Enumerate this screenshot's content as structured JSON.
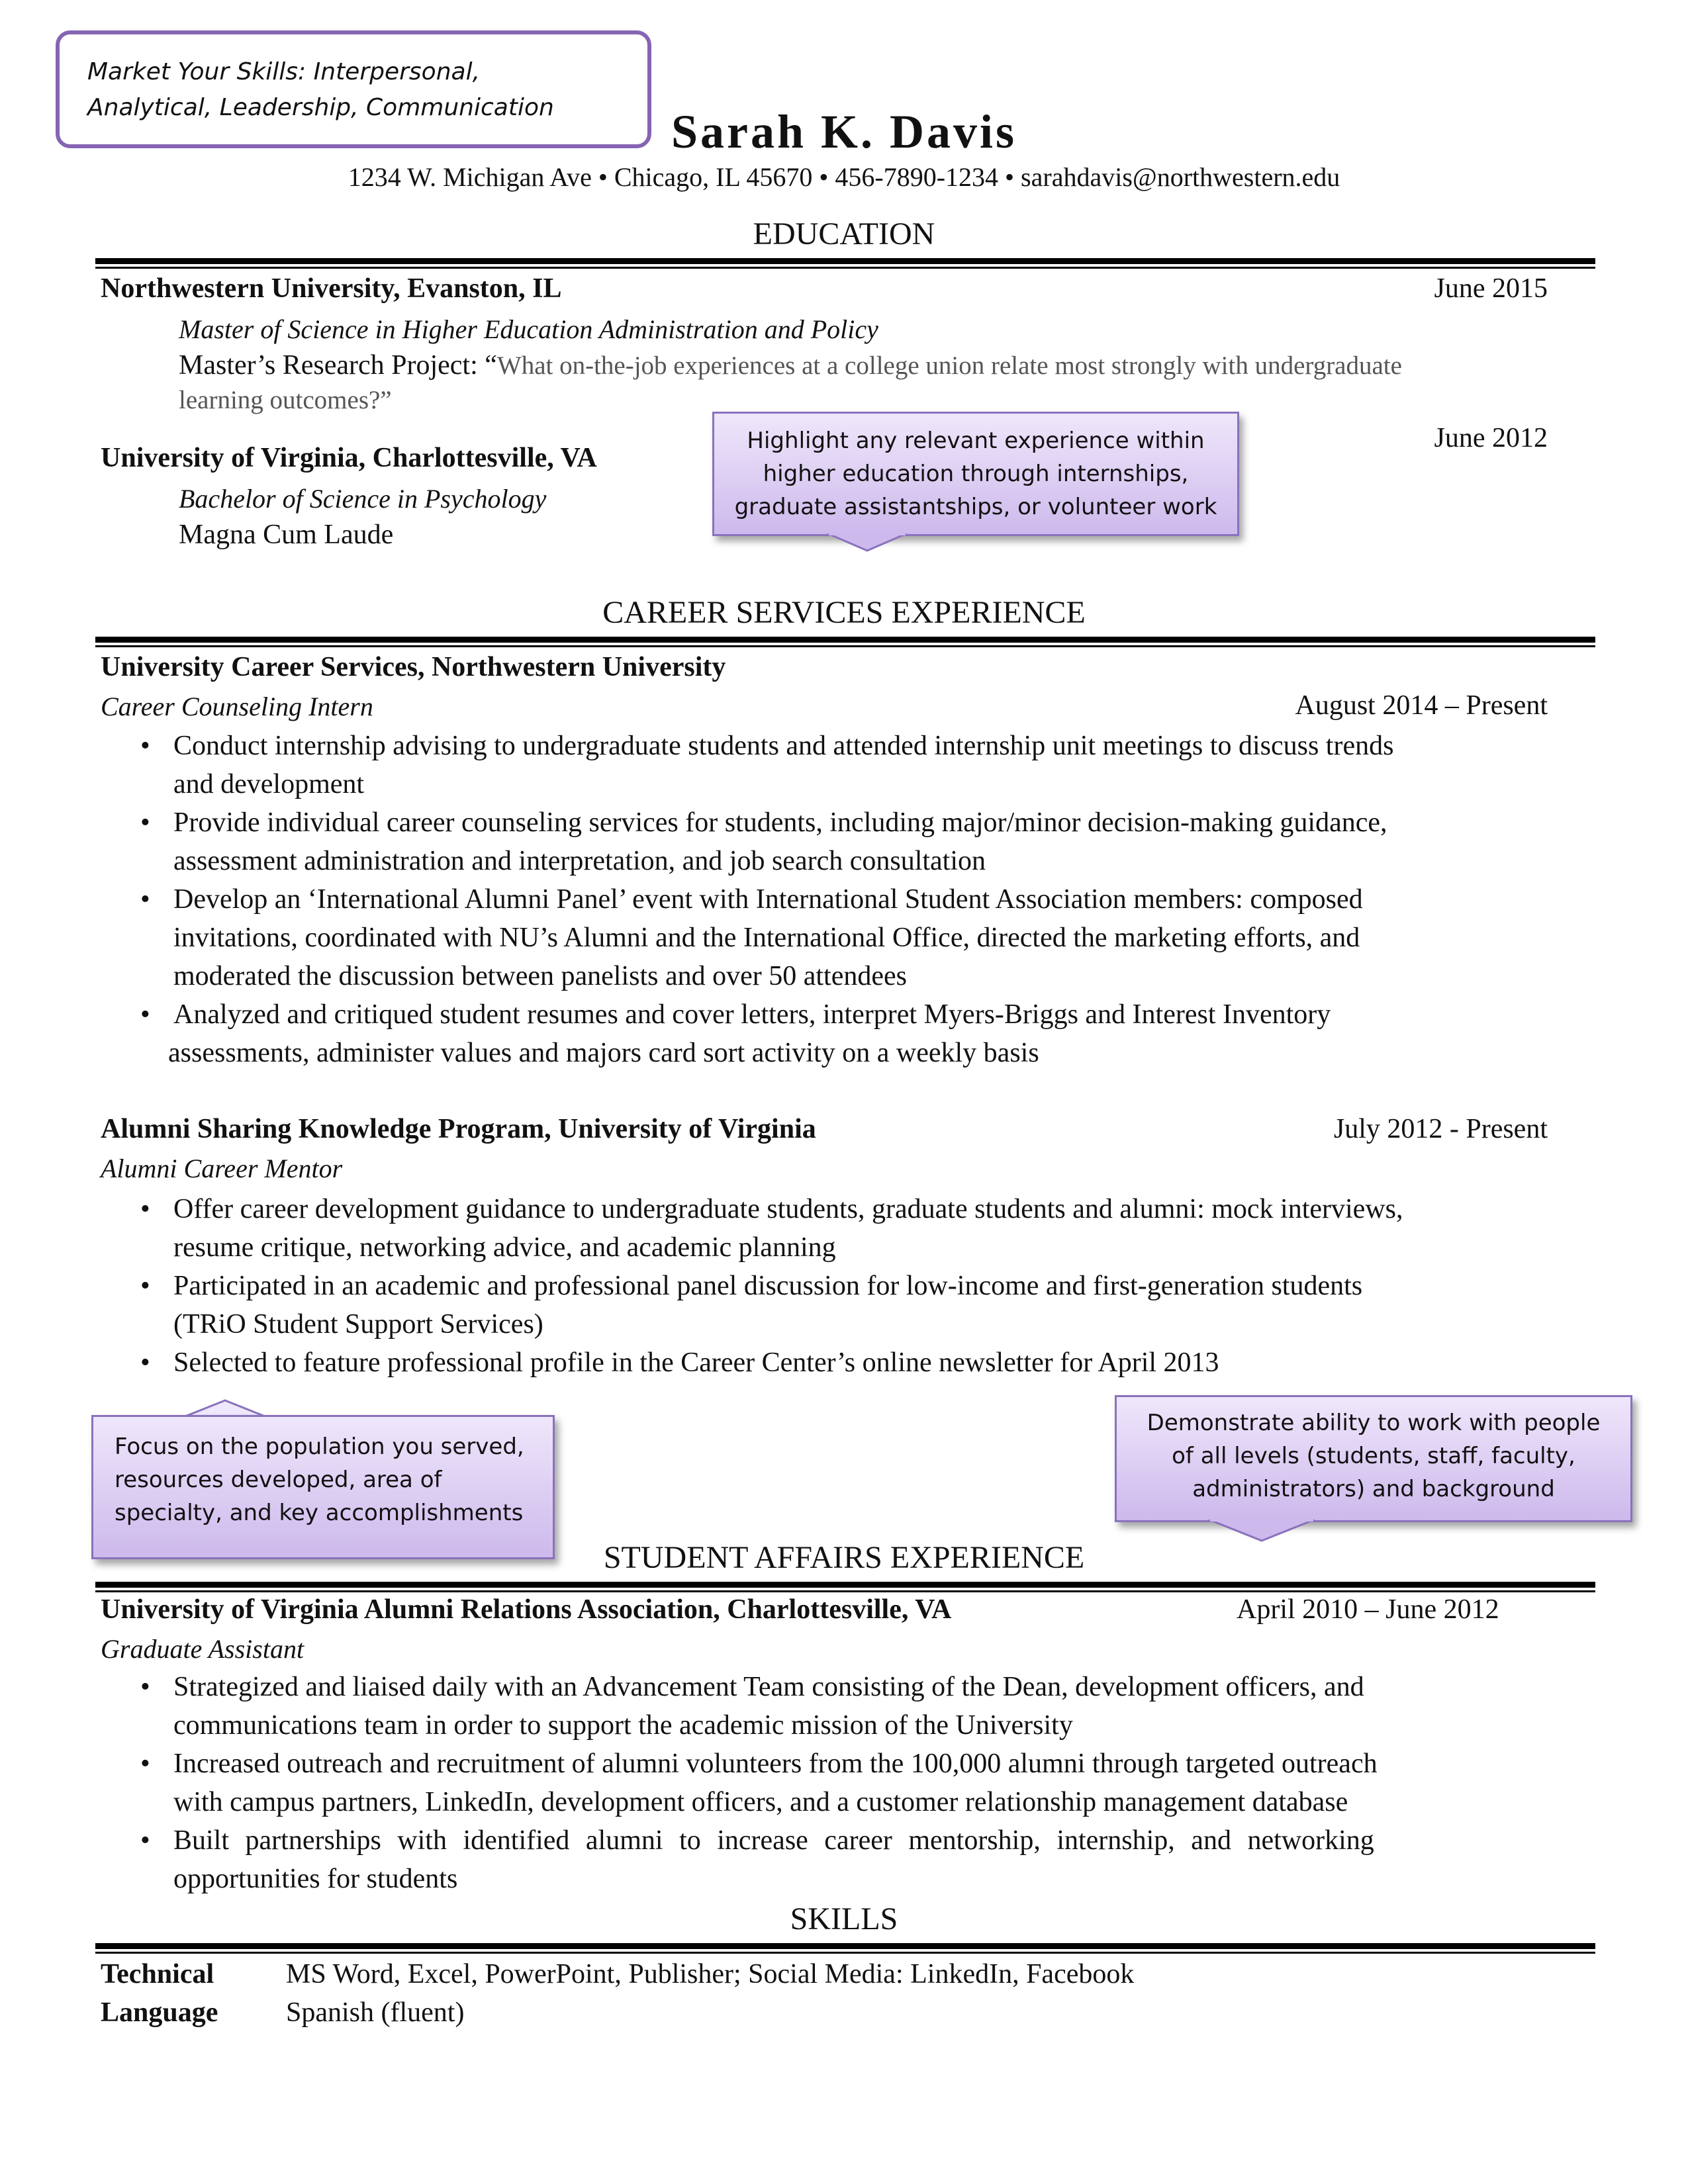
{
  "header": {
    "name": "Sarah K. Davis",
    "contact": "1234 W. Michigan Ave • Chicago, IL 45670 • 456-7890-1234 • sarahdavis@northwestern.edu"
  },
  "callouts": {
    "market": [
      "Market Your Skills: Interpersonal,",
      "Analytical, Leadership, Communication"
    ],
    "highlight": [
      "Highlight any relevant experience within",
      "higher education through internships,",
      "graduate assistantships, or volunteer work"
    ],
    "focus": [
      "Focus on the population you served,",
      "resources developed, area of",
      "specialty, and key accomplishments"
    ],
    "demonstrate": [
      "Demonstrate ability to work with people",
      "of all levels (students, staff, faculty,",
      "administrators) and background"
    ]
  },
  "education": {
    "title": "EDUCATION",
    "nu": {
      "school": "Northwestern University, Evanston, IL",
      "date": "June 2015",
      "degree": "Master of Science in Higher Education Administration and Policy",
      "project_label": "Master’s Research Project: “",
      "project_text_1": "What on-the-job experiences at a college union relate most strongly with undergraduate",
      "project_text_2": "learning outcomes?”"
    },
    "uva": {
      "school": "University of Virginia, Charlottesville, VA",
      "date": "June 2012",
      "degree": "Bachelor of Science in Psychology",
      "honor": "Magna Cum Laude"
    }
  },
  "career": {
    "title": "CAREER SERVICES EXPERIENCE",
    "job1": {
      "org": "University Career Services, Northwestern University",
      "role": "Career Counseling Intern",
      "date": "August 2014 – Present",
      "bullets": [
        [
          "Conduct internship advising to undergraduate students and attended internship unit meetings to discuss trends",
          "and development"
        ],
        [
          "Provide individual career counseling services for students, including major/minor decision-making guidance,",
          "assessment administration and interpretation, and job search consultation"
        ],
        [
          "Develop an ‘International Alumni Panel’ event with International Student Association members: composed",
          "invitations, coordinated with NU’s Alumni and the International Office, directed the marketing efforts, and",
          "moderated the discussion between panelists and over 50 attendees"
        ],
        [
          "Analyzed and critiqued student resumes and cover letters, interpret Myers-Briggs and Interest Inventory",
          "assessments, administer values and majors card sort activity on a weekly basis"
        ]
      ]
    },
    "job2": {
      "org": "Alumni Sharing Knowledge Program, University of Virginia",
      "role": "Alumni Career Mentor",
      "date": "July 2012 - Present",
      "bullets": [
        [
          "Offer career development guidance to undergraduate students, graduate students and alumni: mock interviews,",
          "resume critique, networking advice, and academic planning"
        ],
        [
          "Participated in an academic and professional panel discussion for low-income and first-generation students",
          "(TRiO Student Support Services)"
        ],
        [
          "Selected to feature professional profile in the Career Center’s online newsletter for April 2013"
        ]
      ]
    }
  },
  "student_affairs": {
    "title": "STUDENT AFFAIRS EXPERIENCE",
    "job": {
      "org": "University of Virginia Alumni Relations Association, Charlottesville, VA",
      "role": "Graduate Assistant",
      "date": "April 2010 – June 2012",
      "bullets": [
        [
          "Strategized and liaised daily with an Advancement Team consisting of the Dean, development officers, and",
          "communications team in order to support the academic mission of the University"
        ],
        [
          "Increased outreach and recruitment of alumni volunteers from the 100,000 alumni through targeted outreach",
          "with campus partners, LinkedIn, development officers, and a customer relationship management database"
        ],
        [
          "Built partnerships with identified alumni to increase career mentorship, internship, and networking",
          "opportunities for students"
        ]
      ]
    }
  },
  "skills": {
    "title": "SKILLS",
    "rows": [
      {
        "label": "Technical",
        "value": "MS Word, Excel, PowerPoint, Publisher; Social Media: LinkedIn, Facebook"
      },
      {
        "label": "Language",
        "value": "Spanish (fluent)"
      }
    ]
  }
}
